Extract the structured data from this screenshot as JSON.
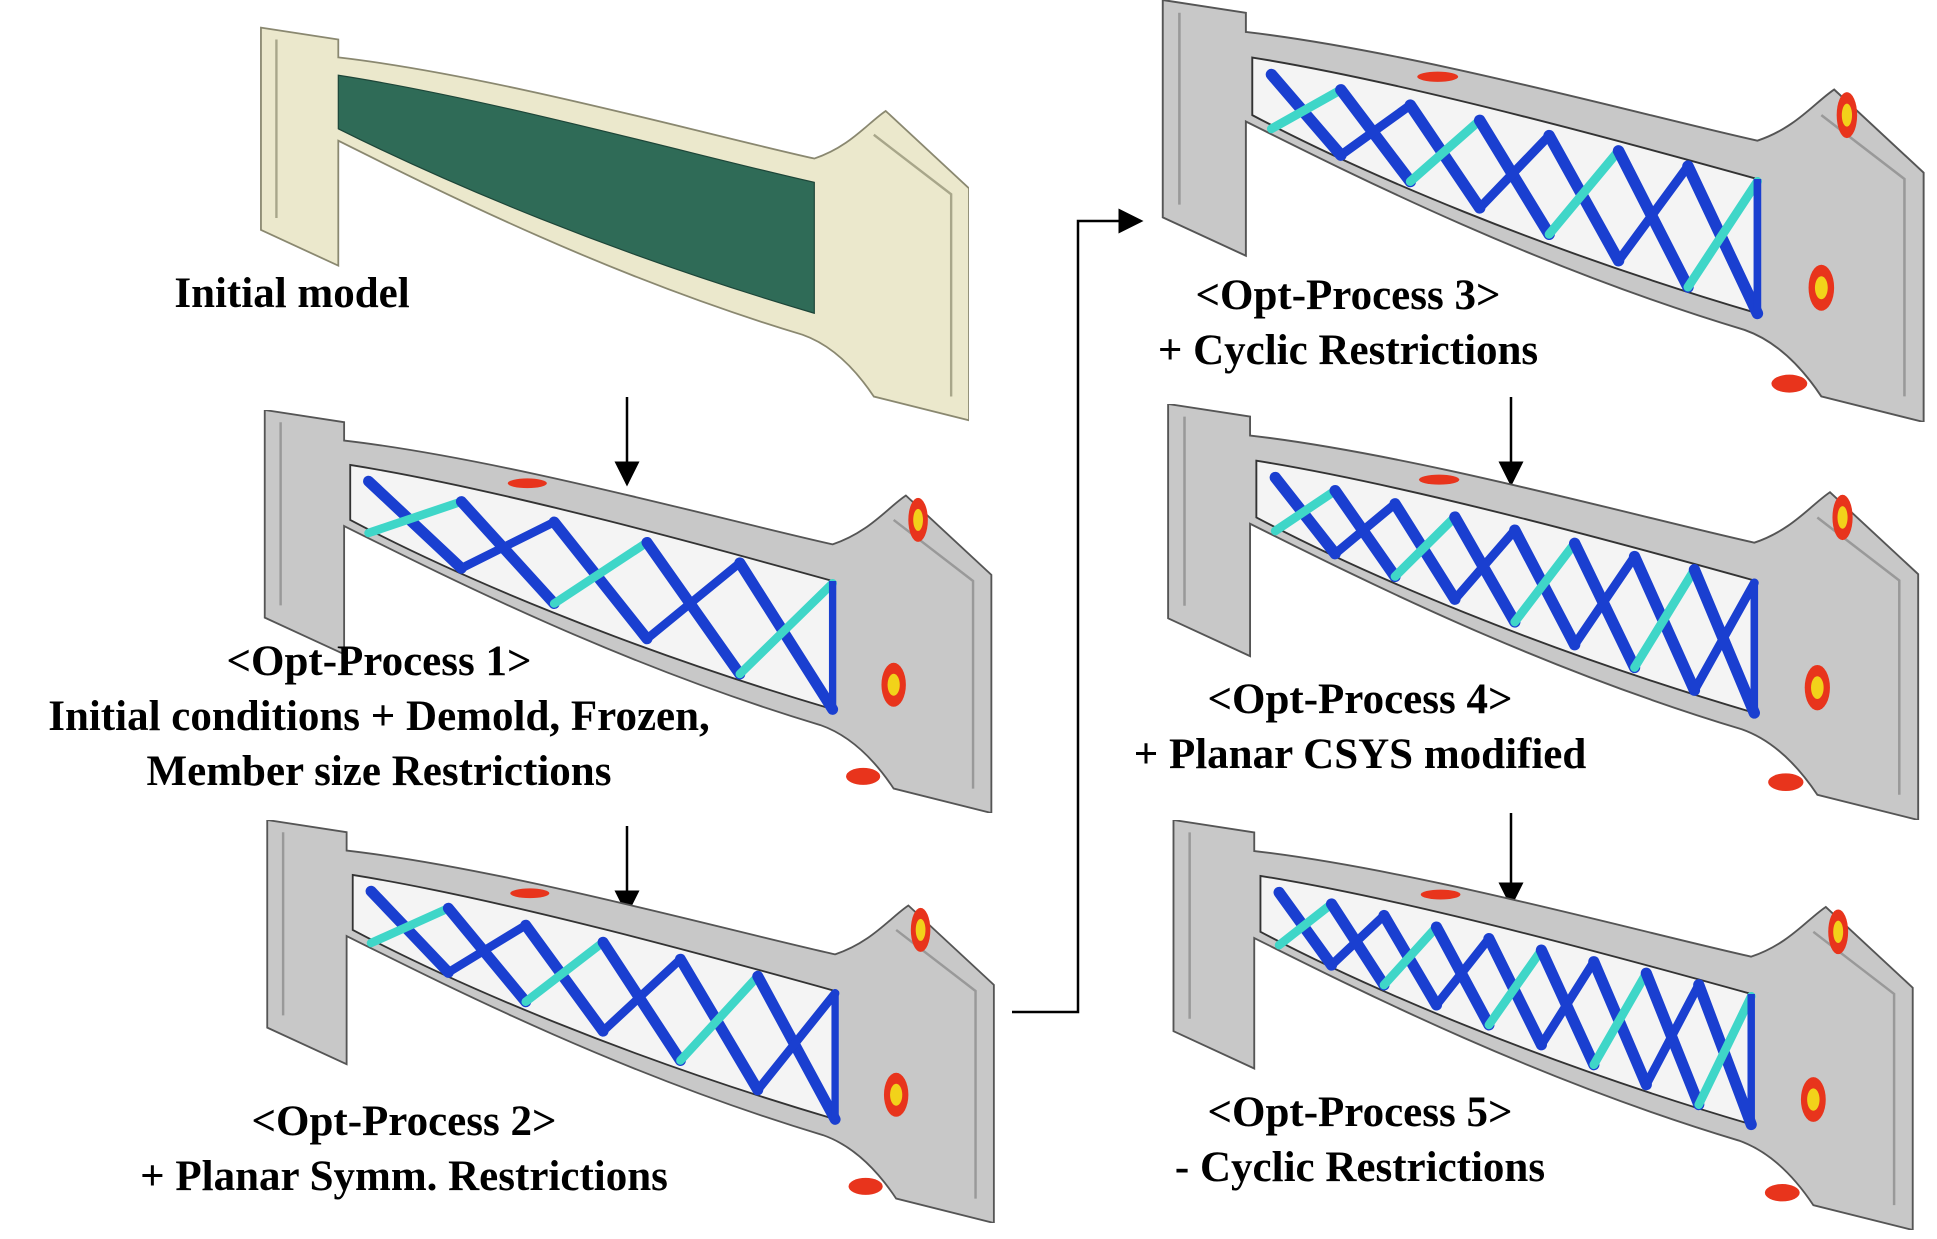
{
  "initial": {
    "label": "Initial model"
  },
  "steps": [
    {
      "title": "<Opt-Process 1>",
      "lines": [
        "Initial conditions + Demold, Frozen,",
        "Member size Restrictions"
      ]
    },
    {
      "title": "<Opt-Process 2>",
      "lines": [
        "+ Planar Symm. Restrictions"
      ]
    },
    {
      "title": "<Opt-Process 3>",
      "lines": [
        "+ Cyclic Restrictions"
      ]
    },
    {
      "title": "<Opt-Process 4>",
      "lines": [
        "+ Planar CSYS modified"
      ]
    },
    {
      "title": "<Opt-Process 5>",
      "lines": [
        "- Cyclic Restrictions"
      ]
    }
  ],
  "colors": {
    "part_gray": "#c8c8c8",
    "initial_beige": "#ebe8cc",
    "initial_green": "#2f6b57",
    "lattice_blue": "#1a3fd0",
    "lattice_cyan": "#3fd6c8",
    "hot_red": "#e8341c",
    "hot_yellow": "#f2d21a"
  }
}
